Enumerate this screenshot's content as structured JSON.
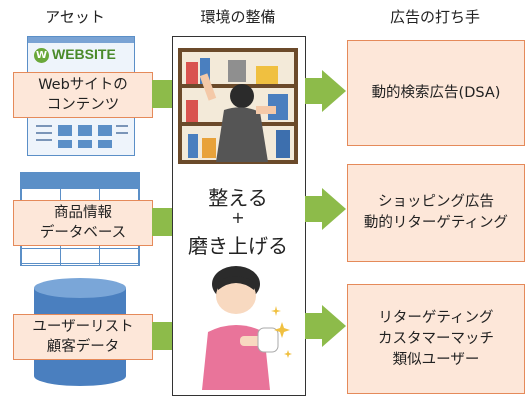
{
  "headers": {
    "assets": "アセット",
    "environment": "環境の整備",
    "strategy": "広告の打ち手"
  },
  "website_banner": "WEBSITE",
  "website_logo_letter": "W",
  "sources": [
    {
      "line1": "Webサイトの",
      "line2": "コンテンツ"
    },
    {
      "line1": "商品情報",
      "line2": "データベース"
    },
    {
      "line1": "ユーザーリスト",
      "line2": "顧客データ"
    }
  ],
  "center": {
    "line1": "整える",
    "line2": "+",
    "line3": "磨き上げる"
  },
  "outputs": [
    {
      "lines": [
        "動的検索広告(DSA)"
      ]
    },
    {
      "lines": [
        "ショッピング広告",
        "動的リターゲティング"
      ]
    },
    {
      "lines": [
        "リターゲティング",
        "カスタマーマッチ",
        "類似ユーザー"
      ]
    }
  ],
  "colors": {
    "box_fill": "#fde7d9",
    "box_border": "#e58a5a",
    "arrow": "#8dbb4a"
  }
}
